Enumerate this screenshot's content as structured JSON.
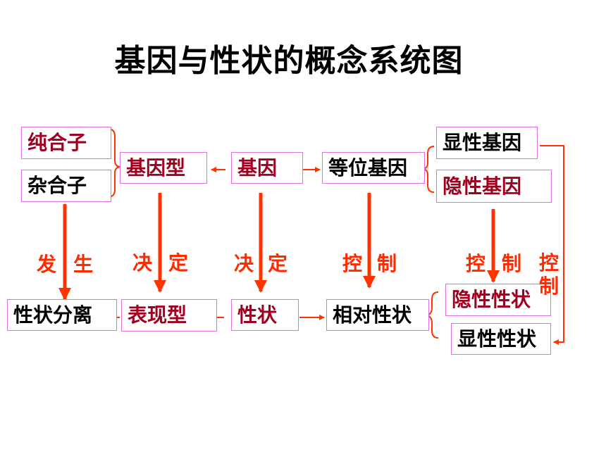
{
  "title": "基因与性状的概念系统图",
  "nodes": {
    "homozygote": "纯合子",
    "heterozygote": "杂合子",
    "genotype": "基因型",
    "gene": "基因",
    "allele": "等位基因",
    "dominant_gene": "显性基因",
    "recessive_gene": "隐性基因",
    "segregation": "性状分离",
    "phenotype": "表现型",
    "trait": "性状",
    "relative_trait": "相对性状",
    "recessive_trait": "隐性性状",
    "dominant_trait": "显性性状"
  },
  "arrow_labels": {
    "occur": [
      "发",
      "生"
    ],
    "determine_1": [
      "决",
      "定"
    ],
    "determine_2": [
      "决",
      "定"
    ],
    "control_1": [
      "控",
      "制"
    ],
    "control_2": [
      "控",
      "制"
    ],
    "control_3": [
      "控",
      "制"
    ]
  },
  "colors": {
    "arrow": "#ff3300",
    "box_border": "#e070e0",
    "node_red": "#a00020"
  }
}
